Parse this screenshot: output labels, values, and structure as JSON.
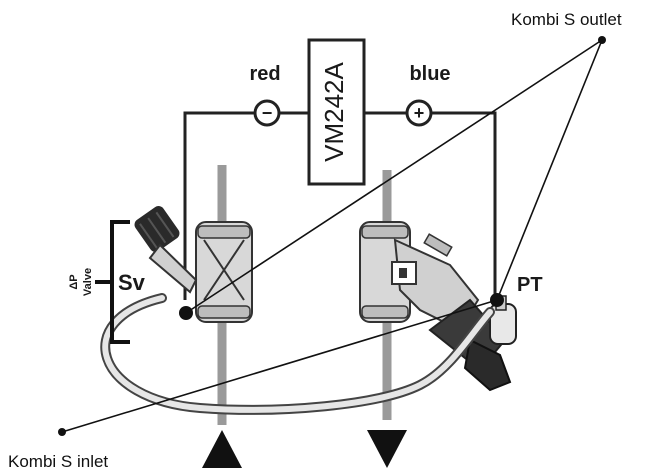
{
  "callouts": {
    "outlet": "Kombi S outlet",
    "inlet": "Kombi S inlet"
  },
  "meter": {
    "model": "VM242A",
    "negative_lead": "red",
    "positive_lead": "blue",
    "negative_symbol": "−",
    "positive_symbol": "+"
  },
  "valve_labels": {
    "sv": "Sv",
    "pt": "PT",
    "dp_line1": "ΔP",
    "dp_line2": "Valve"
  },
  "flow": {
    "supply_arrow": "up",
    "return_arrow": "down"
  },
  "colors": {
    "line": "#222222",
    "pipe": "#9a9a9a",
    "body": "#d8d8d8",
    "hose": "#e6e6e6"
  }
}
